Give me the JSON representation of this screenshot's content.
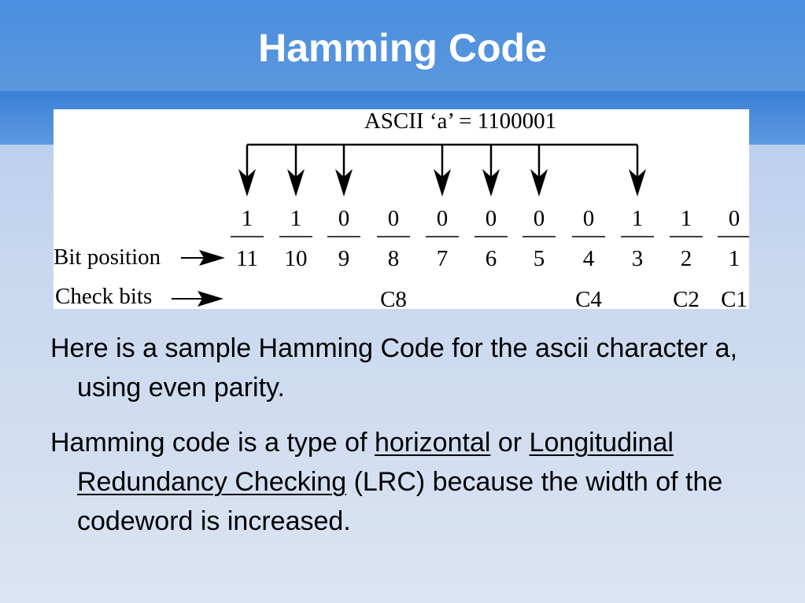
{
  "slide": {
    "title": "Hamming Code"
  },
  "diagram": {
    "header": "ASCII ‘a’ = 1100001",
    "bits": [
      "1",
      "1",
      "0",
      "0",
      "0",
      "0",
      "0",
      "0",
      "1",
      "1",
      "0"
    ],
    "positions": [
      "11",
      "10",
      "9",
      "8",
      "7",
      "6",
      "5",
      "4",
      "3",
      "2",
      "1"
    ],
    "check_bits": [
      "",
      "",
      "",
      "C8",
      "",
      "",
      "",
      "C4",
      "",
      "C2",
      "C1"
    ],
    "data_arrows": [
      true,
      true,
      true,
      false,
      true,
      true,
      true,
      false,
      true,
      false,
      false
    ],
    "row_labels": {
      "bit_position": "Bit position",
      "check_bits": "Check bits"
    }
  },
  "body": {
    "p1": "Here is a sample Hamming Code for the ascii character a, using even parity.",
    "p2_start": "Hamming code is a type of",
    "p2_link1": "horizontal",
    "p2_or": "or",
    "p2_link2": "Longitudinal Redundancy Checking",
    "p2_end": "(LRC) because the width of the codeword is increased."
  }
}
